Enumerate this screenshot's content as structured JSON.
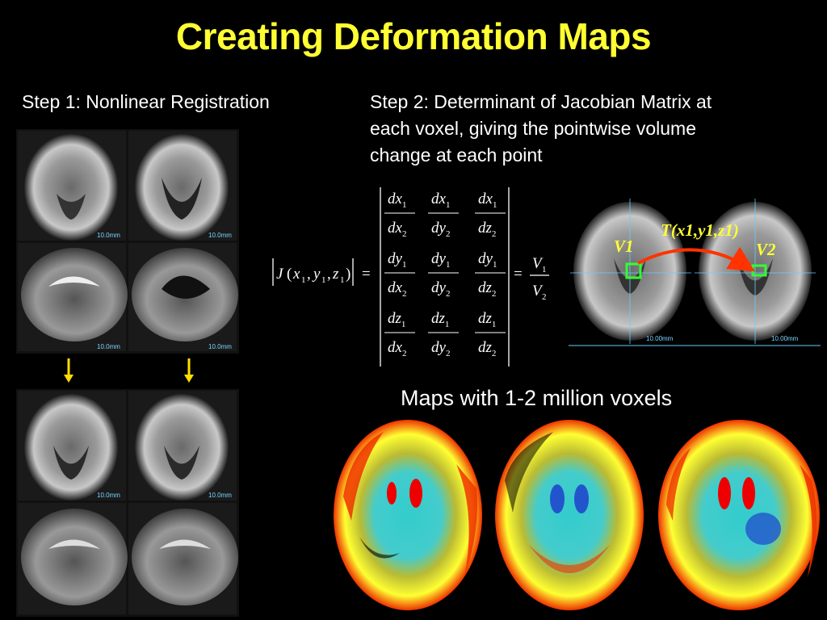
{
  "title": "Creating Deformation Maps",
  "step1": {
    "label": "Step 1: Nonlinear Registration"
  },
  "step2": {
    "lines": [
      "Step 2: Determinant of Jacobian Matrix at",
      "each voxel, giving the pointwise volume",
      "change at  each point"
    ]
  },
  "equation": {
    "lhs": "|J(x1,y1,z1)| =",
    "matrix": [
      [
        "dx1/dx2",
        "dx1/dy2",
        "dx1/dz2"
      ],
      [
        "dy1/dx2",
        "dy1/dy2",
        "dy1/dz2"
      ],
      [
        "dz1/dx2",
        "dz1/dy2",
        "dz1/dz2"
      ]
    ],
    "rhs": "= V1/V2"
  },
  "transform": {
    "label": "T(x1,y1,z1)",
    "v1": "V1",
    "v2": "V2",
    "scale_labels": [
      "10.00mm",
      "10.00mm"
    ]
  },
  "mri_grid": {
    "scale_label": "10.0mm"
  },
  "maps_caption": "Maps with 1-2 million voxels",
  "colors": {
    "title": "#ffff33",
    "arrow": "#ff3300",
    "marker": "#33ff33",
    "down_arrow": "#ffdd00"
  }
}
